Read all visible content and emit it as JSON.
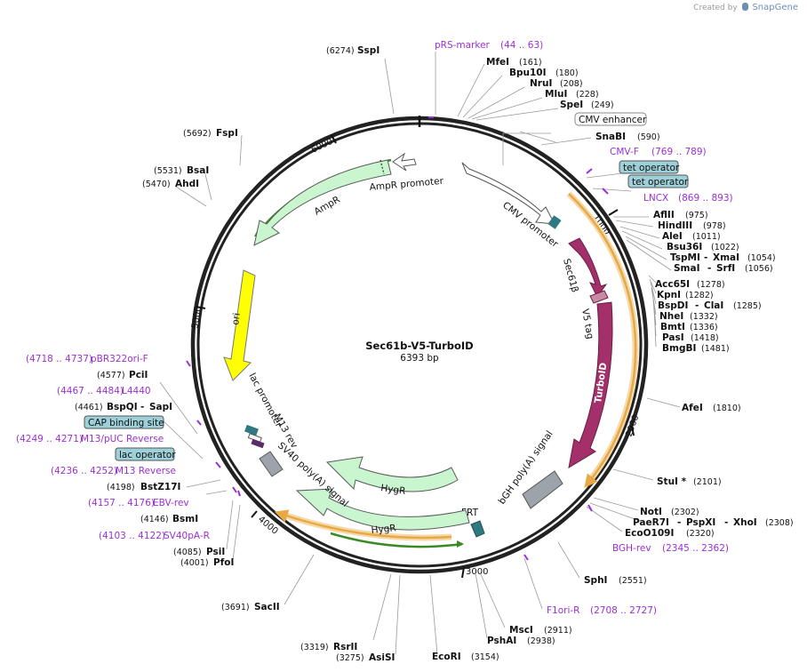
{
  "credit": {
    "prefix": "Created by",
    "brand": "SnapGene"
  },
  "plasmid": {
    "name": "Sec61b-V5-TurboID",
    "size_label": "6393 bp",
    "length": 6393
  },
  "ticks": [
    "1000",
    "2000",
    "3000",
    "4000",
    "5000",
    "6000"
  ],
  "colors": {
    "backbone": "#222222",
    "feature_fill": "#c9f5cf",
    "feature_stroke": "#5a5a5a",
    "primer": "#9b2fd6",
    "sec61b": "#a3306a",
    "turboid": "#a3306a",
    "polya": "#9ca3aa",
    "ori": "#ffff00",
    "frt": "#2f7a82",
    "v5": "#c98aa5",
    "orf_orange": "#e8a844",
    "orf_green": "#3a8a24",
    "box_fill": "#9dd0d8"
  },
  "features": {
    "cmv_promoter": "CMV promoter",
    "sec61b": "Sec61β",
    "v5": "V5 tag",
    "turboid": "TurboID",
    "bgh": "bGH poly(A) signal",
    "frt": "FRT",
    "hygr_inner": "HygR",
    "hygr_outer": "HygR",
    "sv40": "SV40 poly(A) signal",
    "m13rev": "M13 rev",
    "lac_promoter": "lac promoter",
    "ori": "ori",
    "ampr": "AmpR",
    "ampr_promoter": "AmpR promoter"
  },
  "boxed_labels": {
    "cmv_enhancer": "CMV enhancer",
    "tet_operator_1": "tet operator",
    "tet_operator_2": "tet operator",
    "cap_binding": "CAP binding site",
    "lac_operator": "lac operator"
  },
  "enzymes": [
    {
      "name": "SspI",
      "pos": "(6274)"
    },
    {
      "name": "MfeI",
      "pos": "(161)"
    },
    {
      "name": "Bpu10I",
      "pos": "(180)"
    },
    {
      "name": "NruI",
      "pos": "(208)"
    },
    {
      "name": "MluI",
      "pos": "(228)"
    },
    {
      "name": "SpeI",
      "pos": "(249)"
    },
    {
      "name": "SnaBI",
      "pos": "(590)"
    },
    {
      "name": "AflII",
      "pos": "(975)"
    },
    {
      "name": "HindIII",
      "pos": "(978)"
    },
    {
      "name": "AleI",
      "pos": "(1011)"
    },
    {
      "name": "Bsu36I",
      "pos": "(1022)"
    },
    {
      "name": "TspMI",
      "name2": "XmaI",
      "pos": "(1054)"
    },
    {
      "name": "SmaI",
      "name2": "SrfI",
      "pos": "(1056)"
    },
    {
      "name": "Acc65I",
      "pos": "(1278)"
    },
    {
      "name": "KpnI",
      "pos": "(1282)"
    },
    {
      "name": "BspDI",
      "name2": "ClaI",
      "pos": "(1285)"
    },
    {
      "name": "NheI",
      "pos": "(1332)"
    },
    {
      "name": "BmtI",
      "pos": "(1336)"
    },
    {
      "name": "PasI",
      "pos": "(1418)"
    },
    {
      "name": "BmgBI",
      "pos": "(1481)"
    },
    {
      "name": "AfeI",
      "pos": "(1810)"
    },
    {
      "name": "StuI *",
      "pos": "(2101)"
    },
    {
      "name": "NotI",
      "pos": "(2302)"
    },
    {
      "name": "PaeR7I",
      "name2": "PspXI",
      "name3": "XhoI",
      "pos": "(2308)"
    },
    {
      "name": "EcoO109I",
      "pos": "(2320)"
    },
    {
      "name": "SphI",
      "pos": "(2551)"
    },
    {
      "name": "MscI",
      "pos": "(2911)"
    },
    {
      "name": "PshAI",
      "pos": "(2938)"
    },
    {
      "name": "EcoRI",
      "pos": "(3154)"
    },
    {
      "name": "AsiSI",
      "pos": "(3275)"
    },
    {
      "name": "RsrII",
      "pos": "(3319)"
    },
    {
      "name": "SacII",
      "pos": "(3691)"
    },
    {
      "name": "PfoI",
      "pos": "(4001)"
    },
    {
      "name": "PsiI",
      "pos": "(4085)"
    },
    {
      "name": "BsmI",
      "pos": "(4146)"
    },
    {
      "name": "BstZ17I",
      "pos": "(4198)"
    },
    {
      "name": "BspQI",
      "name2": "SapI",
      "pos": "(4461)"
    },
    {
      "name": "PciI",
      "pos": "(4577)"
    },
    {
      "name": "AhdI",
      "pos": "(5470)"
    },
    {
      "name": "BsaI",
      "pos": "(5531)"
    },
    {
      "name": "FspI",
      "pos": "(5692)"
    }
  ],
  "primers": [
    {
      "name": "pRS-marker",
      "range": "(44 .. 63)"
    },
    {
      "name": "CMV-F",
      "range": "(769 .. 789)"
    },
    {
      "name": "LNCX",
      "range": "(869 .. 893)"
    },
    {
      "name": "BGH-rev",
      "range": "(2345 .. 2362)"
    },
    {
      "name": "F1ori-R",
      "range": "(2708 .. 2727)"
    },
    {
      "name": "SV40pA-R",
      "range": "(4103 .. 4122)"
    },
    {
      "name": "EBV-rev",
      "range": "(4157 .. 4176)"
    },
    {
      "name": "M13 Reverse",
      "range": "(4236 .. 4252)"
    },
    {
      "name": "M13/pUC Reverse",
      "range": "(4249 .. 4271)"
    },
    {
      "name": "L4440",
      "range": "(4467 .. 4484)"
    },
    {
      "name": "pBR322ori-F",
      "range": "(4718 .. 4737)"
    }
  ]
}
